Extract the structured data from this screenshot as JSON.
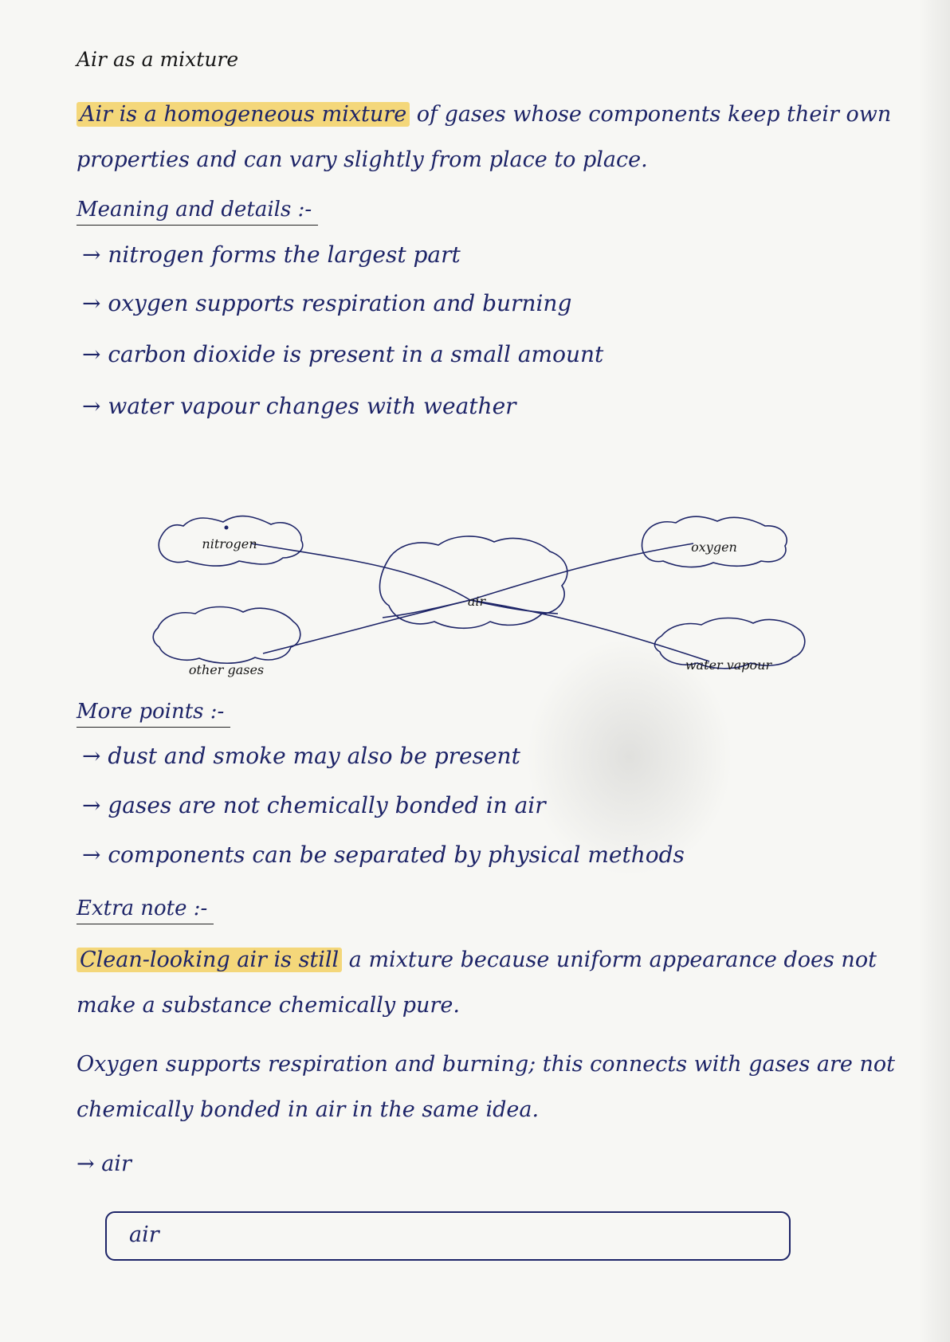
{
  "title": "Air as a mixture",
  "intro": {
    "highlight": "Air is a homogeneous mixture",
    "rest": " of gases whose components keep their own properties and can vary slightly from place to place."
  },
  "section1": {
    "heading": "Meaning and details :-",
    "bullets": [
      "→ nitrogen forms the largest part",
      "→ oxygen supports respiration and burning",
      "→ carbon dioxide is present in a small amount",
      "→ water vapour changes with weather"
    ]
  },
  "diagram": {
    "center": "air",
    "nodes": [
      "nitrogen",
      "oxygen",
      "other gases",
      "water vapour"
    ]
  },
  "section2": {
    "heading": "More points :-",
    "bullets": [
      "→ dust and smoke may also be present",
      "→ gases are not chemically bonded in air",
      "→ components can be separated by physical methods"
    ]
  },
  "section3": {
    "heading": "Extra note :-",
    "highlight": "Clean-looking air is still",
    "rest": " a mixture because uniform appearance does not make a substance chemically pure."
  },
  "paragraph": "Oxygen supports respiration and burning; this connects with gases are not chemically bonded in air in the same idea.",
  "arrow_line": "→ air",
  "answer_box": "air",
  "colors": {
    "ink": "#1d2467",
    "highlight": "#f4d77a",
    "paper": "#f7f7f4"
  }
}
